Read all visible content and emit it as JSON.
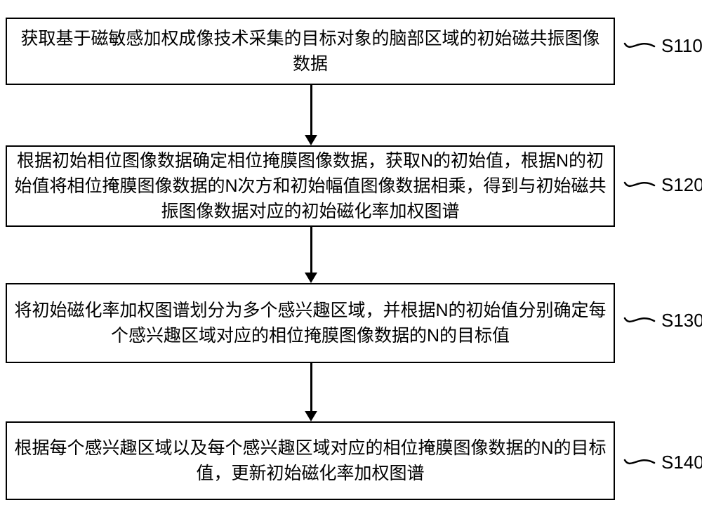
{
  "colors": {
    "ink": "#000000",
    "background": "#ffffff"
  },
  "flowchart": {
    "steps": [
      {
        "label": "S110",
        "text": "获取基于磁敏感加权成像技术采集的目标对象的脑部区域的初始磁共振图像数据"
      },
      {
        "label": "S120",
        "text": "根据初始相位图像数据确定相位掩膜图像数据，获取N的初始值，根据N的初始值将相位掩膜图像数据的N次方和初始幅值图像数据相乘，得到与初始磁共振图像数据对应的初始磁化率加权图谱"
      },
      {
        "label": "S130",
        "text": "将初始磁化率加权图谱划分为多个感兴趣区域，并根据N的初始值分别确定每个感兴趣区域对应的相位掩膜图像数据的N的目标值"
      },
      {
        "label": "S140",
        "text": "根据每个感兴趣区域以及每个感兴趣区域对应的相位掩膜图像数据的N的目标值，更新初始磁化率加权图谱"
      }
    ]
  }
}
